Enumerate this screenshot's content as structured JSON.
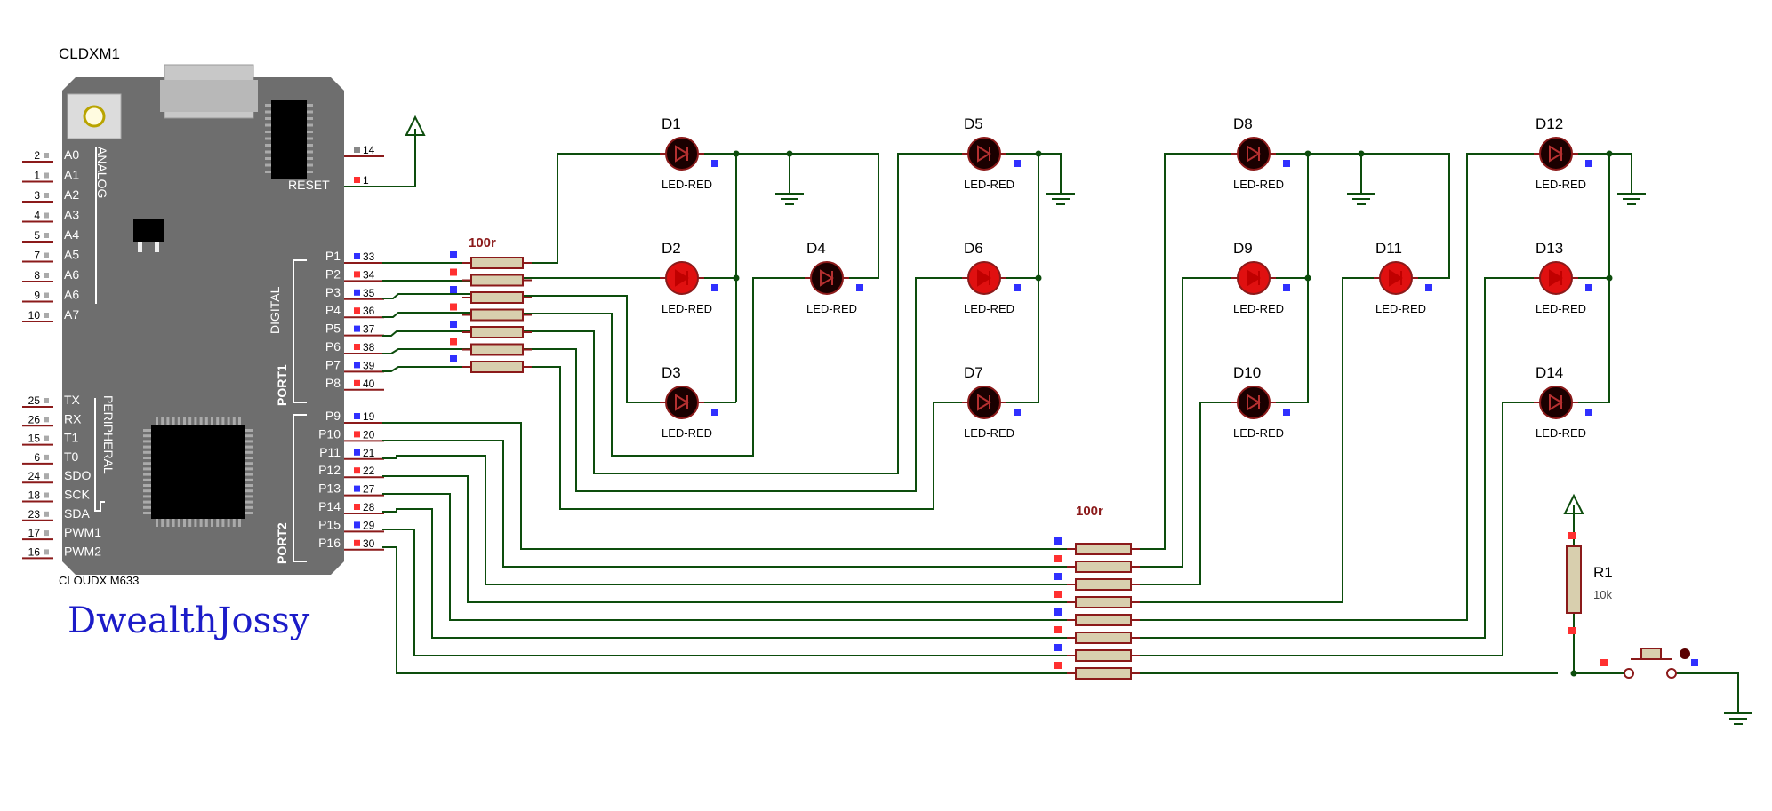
{
  "board": {
    "name": "CLDXM1",
    "model": "CLOUDX M633",
    "analog_title": "ANALOG",
    "digital_title": "DIGITAL",
    "peripheral_title": "PERIPHERAL",
    "port1_title": "PORT1",
    "port2_title": "PORT2",
    "reset_label": "RESET",
    "reset_pins": [
      "14",
      "1"
    ],
    "analog_pins": [
      {
        "num": "2",
        "label": "A0"
      },
      {
        "num": "1",
        "label": "A1"
      },
      {
        "num": "3",
        "label": "A2"
      },
      {
        "num": "4",
        "label": "A3"
      },
      {
        "num": "5",
        "label": "A4"
      },
      {
        "num": "7",
        "label": "A5"
      },
      {
        "num": "8",
        "label": "A6"
      },
      {
        "num": "9",
        "label": "A6"
      },
      {
        "num": "10",
        "label": "A7"
      }
    ],
    "periph_pins": [
      {
        "num": "25",
        "label": "TX"
      },
      {
        "num": "26",
        "label": "RX"
      },
      {
        "num": "15",
        "label": "T1"
      },
      {
        "num": "6",
        "label": "T0"
      },
      {
        "num": "24",
        "label": "SDO"
      },
      {
        "num": "18",
        "label": "SCK"
      },
      {
        "num": "23",
        "label": "SDA"
      },
      {
        "num": "17",
        "label": "PWM1"
      },
      {
        "num": "16",
        "label": "PWM2"
      }
    ],
    "port1_pins": [
      {
        "num": "33",
        "label": "P1"
      },
      {
        "num": "34",
        "label": "P2"
      },
      {
        "num": "35",
        "label": "P3"
      },
      {
        "num": "36",
        "label": "P4"
      },
      {
        "num": "37",
        "label": "P5"
      },
      {
        "num": "38",
        "label": "P6"
      },
      {
        "num": "39",
        "label": "P7"
      },
      {
        "num": "40",
        "label": "P8"
      }
    ],
    "port2_pins": [
      {
        "num": "19",
        "label": "P9"
      },
      {
        "num": "20",
        "label": "P10"
      },
      {
        "num": "21",
        "label": "P11"
      },
      {
        "num": "22",
        "label": "P12"
      },
      {
        "num": "27",
        "label": "P13"
      },
      {
        "num": "28",
        "label": "P14"
      },
      {
        "num": "29",
        "label": "P15"
      },
      {
        "num": "30",
        "label": "P16"
      }
    ]
  },
  "watermark": "DwealthJossy",
  "resnet1_label": "100r",
  "resnet2_label": "100r",
  "resistor": {
    "ref": "R1",
    "value": "10k"
  },
  "leds": [
    {
      "ref": "D1",
      "type": "LED-RED",
      "lit": false
    },
    {
      "ref": "D2",
      "type": "LED-RED",
      "lit": true
    },
    {
      "ref": "D3",
      "type": "LED-RED",
      "lit": false
    },
    {
      "ref": "D4",
      "type": "LED-RED",
      "lit": false
    },
    {
      "ref": "D5",
      "type": "LED-RED",
      "lit": false
    },
    {
      "ref": "D6",
      "type": "LED-RED",
      "lit": true
    },
    {
      "ref": "D7",
      "type": "LED-RED",
      "lit": false
    },
    {
      "ref": "D8",
      "type": "LED-RED",
      "lit": false
    },
    {
      "ref": "D9",
      "type": "LED-RED",
      "lit": true
    },
    {
      "ref": "D10",
      "type": "LED-RED",
      "lit": false
    },
    {
      "ref": "D11",
      "type": "LED-RED",
      "lit": true
    },
    {
      "ref": "D12",
      "type": "LED-RED",
      "lit": false
    },
    {
      "ref": "D13",
      "type": "LED-RED",
      "lit": true
    },
    {
      "ref": "D14",
      "type": "LED-RED",
      "lit": false
    }
  ],
  "colors": {
    "wire": "#0d4d0d",
    "board": "#6e6e6e",
    "led_off": "#1a0000",
    "led_on": "#e01010",
    "resistor_fill": "#d8cfae",
    "resistor_stroke": "#8b1a1a",
    "pin_high": "#ff3030",
    "pin_low": "#3030ff",
    "brand": "#1c1cc8"
  }
}
